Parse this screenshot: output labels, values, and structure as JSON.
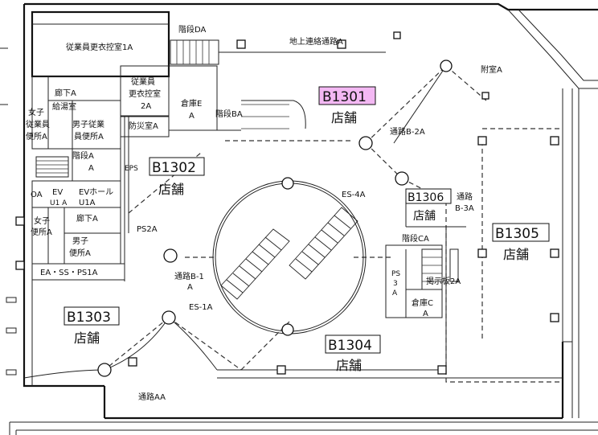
{
  "floor_plan": {
    "highlight_color": "#f3b8f3",
    "shops": [
      {
        "code": "B1301",
        "name": "店舗",
        "highlighted": true
      },
      {
        "code": "B1302",
        "name": "店舗",
        "highlighted": false
      },
      {
        "code": "B1303",
        "name": "店舗",
        "highlighted": false
      },
      {
        "code": "B1304",
        "name": "店舗",
        "highlighted": false
      },
      {
        "code": "B1305",
        "name": "店舗",
        "highlighted": false
      },
      {
        "code": "B1306",
        "name": "店舗",
        "highlighted": false
      }
    ],
    "rooms": {
      "locker_1a": "従業員更衣控室1A",
      "stairs_da": "階段DA",
      "ground_passage_a": "地上連絡通路A",
      "annex_a": "附室A",
      "locker_2a_line1": "従業員",
      "locker_2a_line2": "更衣控室",
      "locker_2a_line3": "2A",
      "corridor_a_line1": "廊下A",
      "kyutoshitsu": "給湯室",
      "storage_e_line1": "倉庫E",
      "storage_e_line2": "A",
      "stairs_ba": "階段BA",
      "disaster_prev": "防災室A",
      "women_staff_line1": "女子",
      "women_staff_line2": "従業員",
      "women_staff_line3": "便所A",
      "men_staff_line1": "男子従業",
      "men_staff_line2": "員便所A",
      "stairs_a_line1": "階段A",
      "stairs_a_line2": "A",
      "eps": "EPS",
      "passage_b2a": "通路B-2A",
      "es4a": "ES-4A",
      "ev_hall_line1": "EVホール",
      "ev_hall_line2": "U1A",
      "oa": "OA",
      "ev_u1a_line1": "EV",
      "ev_u1a_line2": "U1 A",
      "corridor_a2": "廊下A",
      "women_wc_line1": "女子",
      "women_wc_line2": "便所A",
      "men_wc_line1": "男子",
      "men_wc_line2": "便所A",
      "ps2a": "PS2A",
      "ea_ss_ps1a": "EA・SS・PS1A",
      "passage_b1_line1": "通路B-1",
      "passage_b1_line2": "A",
      "es1a": "ES-1A",
      "passage_b3a_line1": "通路",
      "passage_b3a_line2": "B-3A",
      "stairs_ca": "階段CA",
      "ps3a_line1": "PS",
      "ps3a_line2": "3",
      "ps3a_line3": "A",
      "notice_board": "掲示板2A",
      "storage_c_line1": "倉庫C",
      "storage_c_line2": "A",
      "passage_aa": "通路AA"
    }
  }
}
